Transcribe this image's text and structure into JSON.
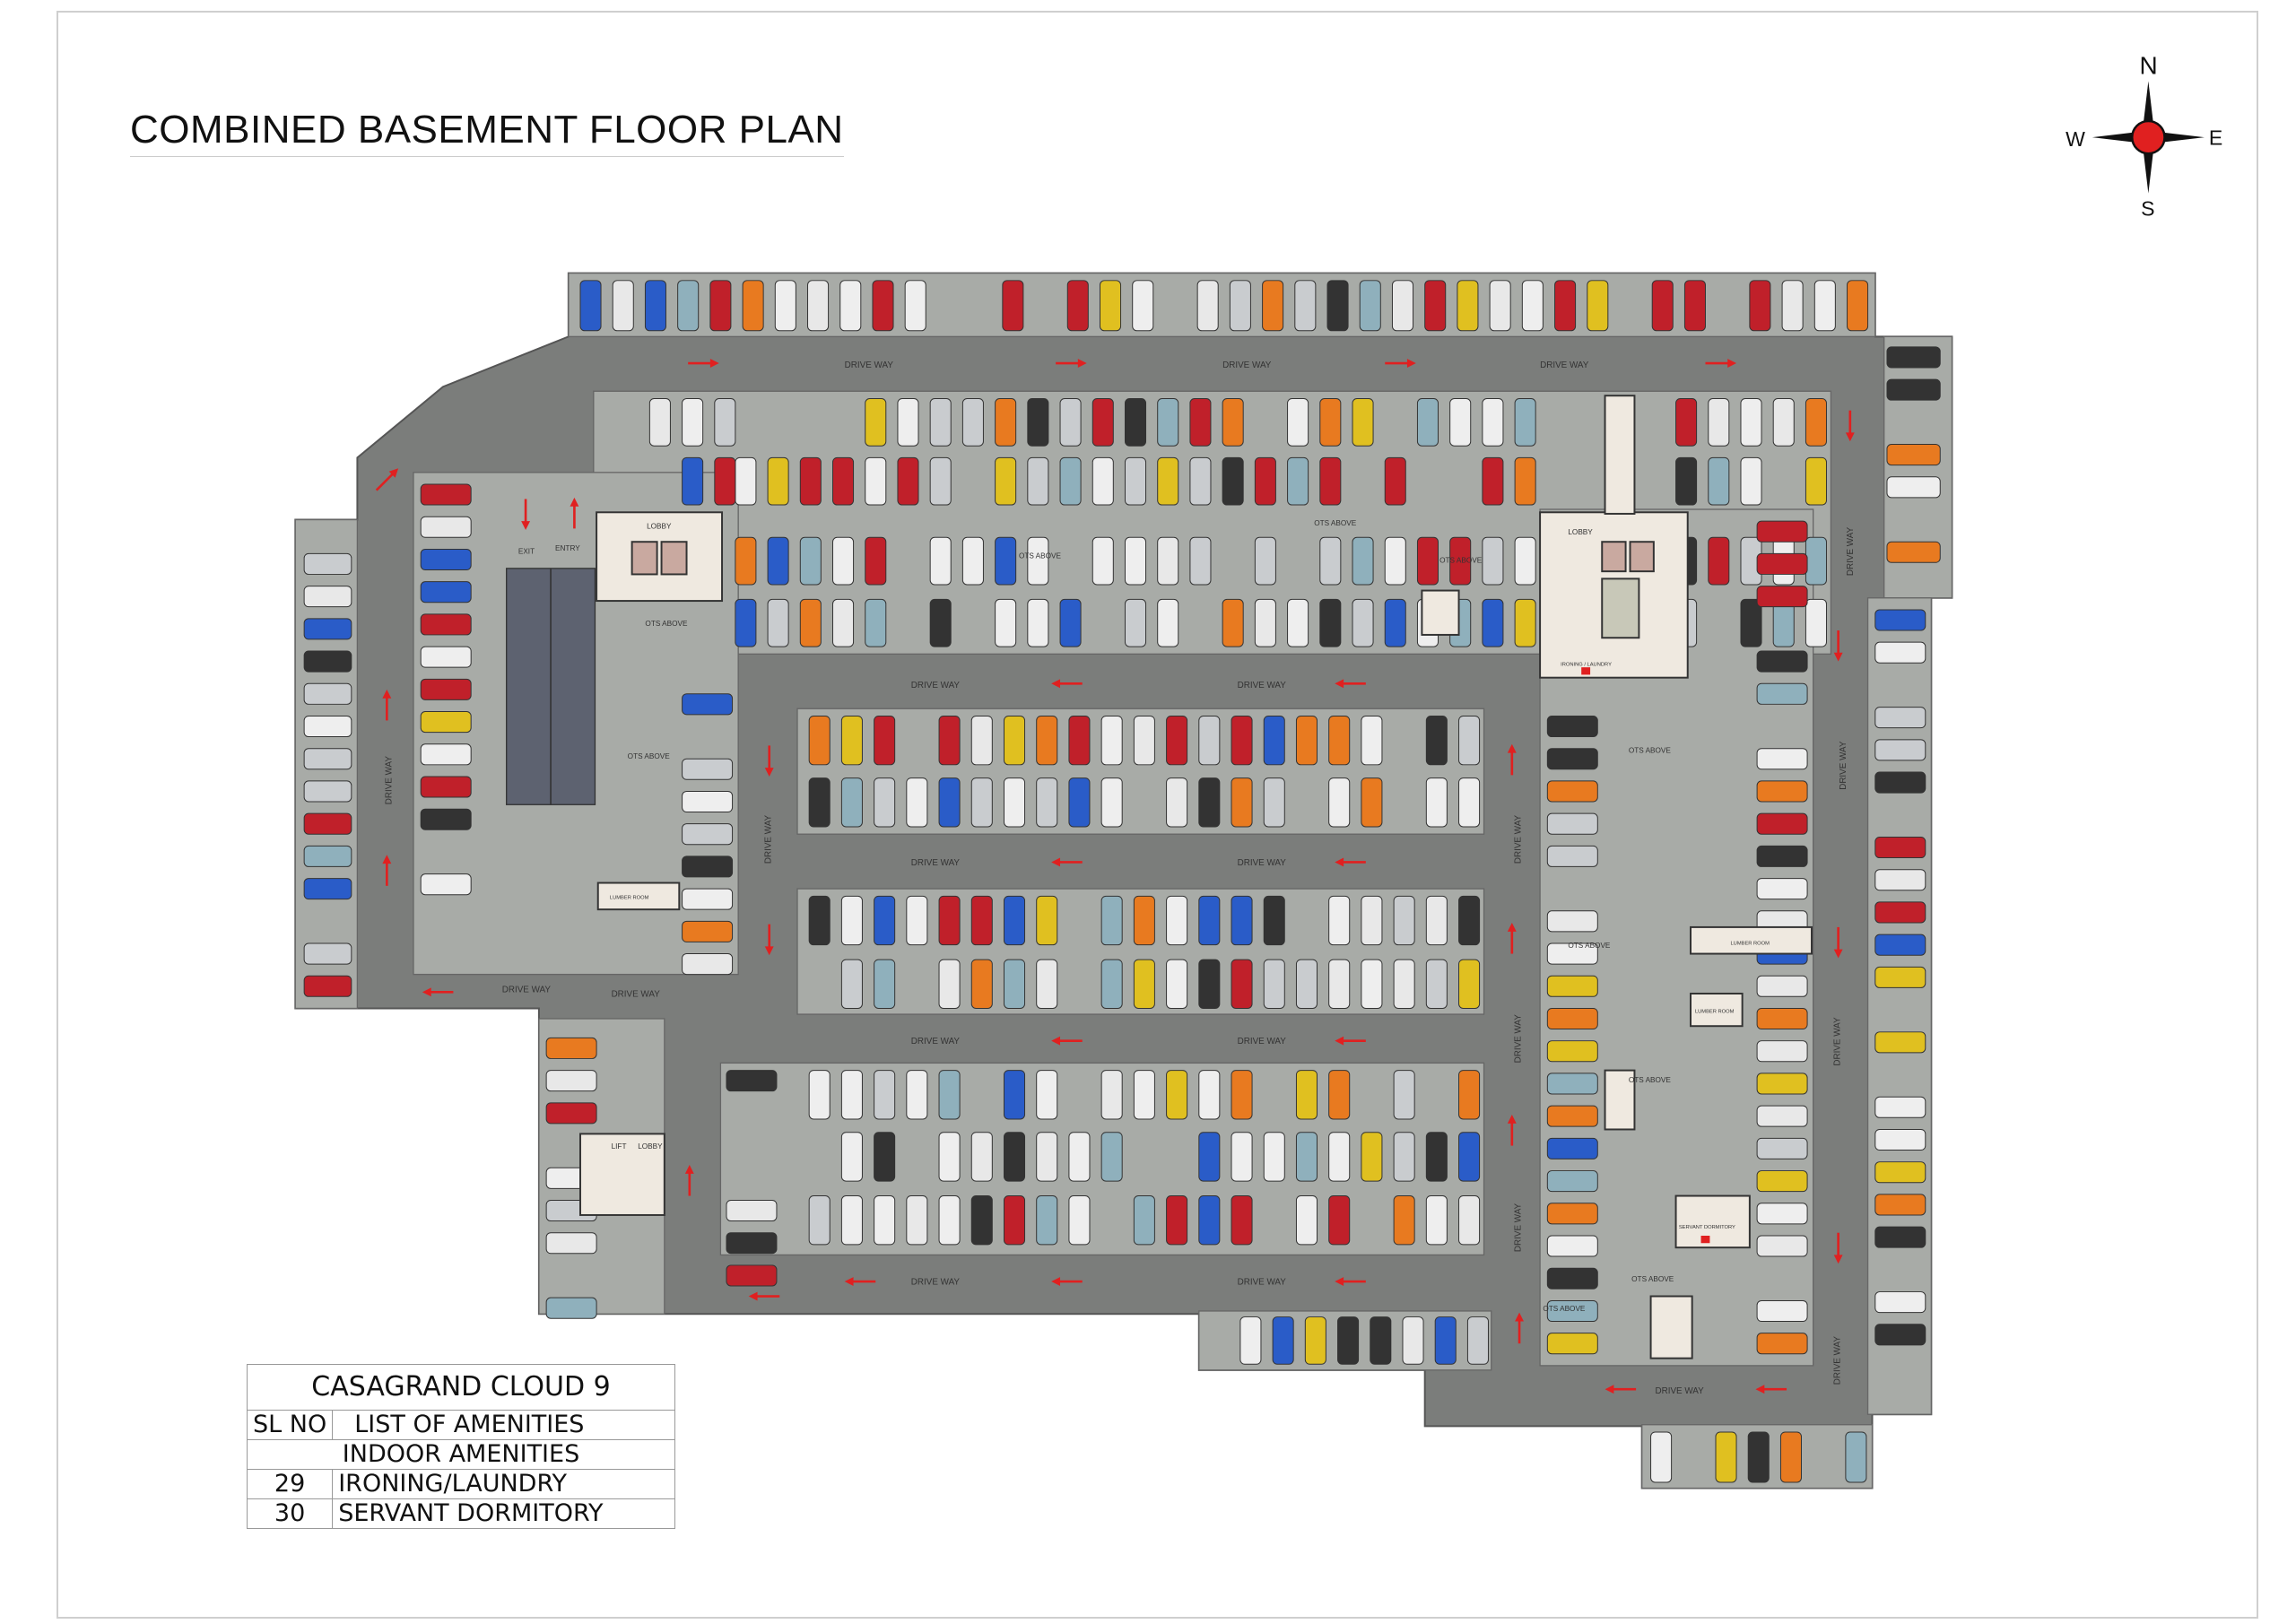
{
  "title": "COMBINED BASEMENT FLOOR PLAN",
  "compass": {
    "n": "N",
    "s": "S",
    "e": "E",
    "w": "W"
  },
  "legend": {
    "project": "CASAGRAND CLOUD 9",
    "col_sl": "SL NO",
    "col_list": "LIST OF AMENITIES",
    "section": "INDOOR  AMENITIES",
    "rows": [
      {
        "no": "29",
        "name": "IRONING/LAUNDRY"
      },
      {
        "no": "30",
        "name": "SERVANT DORMITORY"
      }
    ]
  },
  "labels": {
    "drive_way": "DRIVE WAY",
    "exit": "EXIT",
    "entry": "ENTRY",
    "lobby": "LOBBY",
    "lift": "LIFT",
    "ots_above": "OTS ABOVE",
    "lumber_room": "LUMBER ROOM",
    "ironing_laundry": "IRONING / LAUNDRY",
    "servant_dormitory": "SERVANT DORMITORY"
  },
  "colors": {
    "driveway": "#7b7d7b",
    "parking": "#a8aba7",
    "room": "#efe9e0",
    "arrow": "#e02020"
  }
}
